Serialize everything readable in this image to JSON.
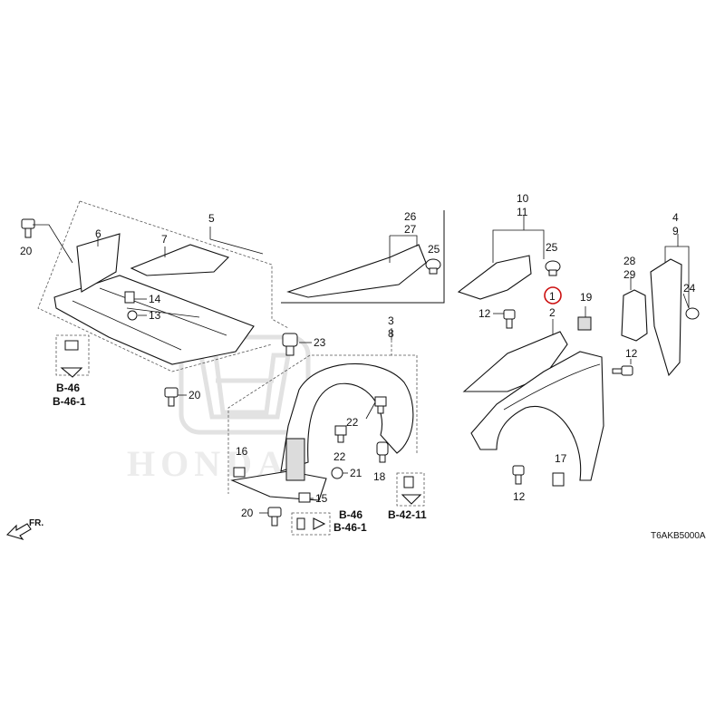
{
  "diagram_code": "T6AKB5000A",
  "direction_label": "FR.",
  "highlight_color": "#cc1111",
  "brand_watermark": "HONDA",
  "callouts": {
    "c1": "1",
    "c2": "2",
    "c3": "3",
    "c4": "4",
    "c5": "5",
    "c6": "6",
    "c7": "7",
    "c8": "8",
    "c9": "9",
    "c10": "10",
    "c11": "11",
    "c12a": "12",
    "c12b": "12",
    "c12c": "12",
    "c13": "13",
    "c14": "14",
    "c15": "15",
    "c16": "16",
    "c17": "17",
    "c18": "18",
    "c19": "19",
    "c20a": "20",
    "c20b": "20",
    "c20c": "20",
    "c21": "21",
    "c22a": "22",
    "c22b": "22",
    "c23": "23",
    "c24": "24",
    "c25a": "25",
    "c25b": "25",
    "c26": "26",
    "c27": "27",
    "c28": "28",
    "c29": "29"
  },
  "references": {
    "left_a": "B-46",
    "left_b": "B-46-1",
    "mid_a": "B-46",
    "mid_b": "B-46-1",
    "right_a": "B-42-11"
  },
  "highlighted_part": "1"
}
